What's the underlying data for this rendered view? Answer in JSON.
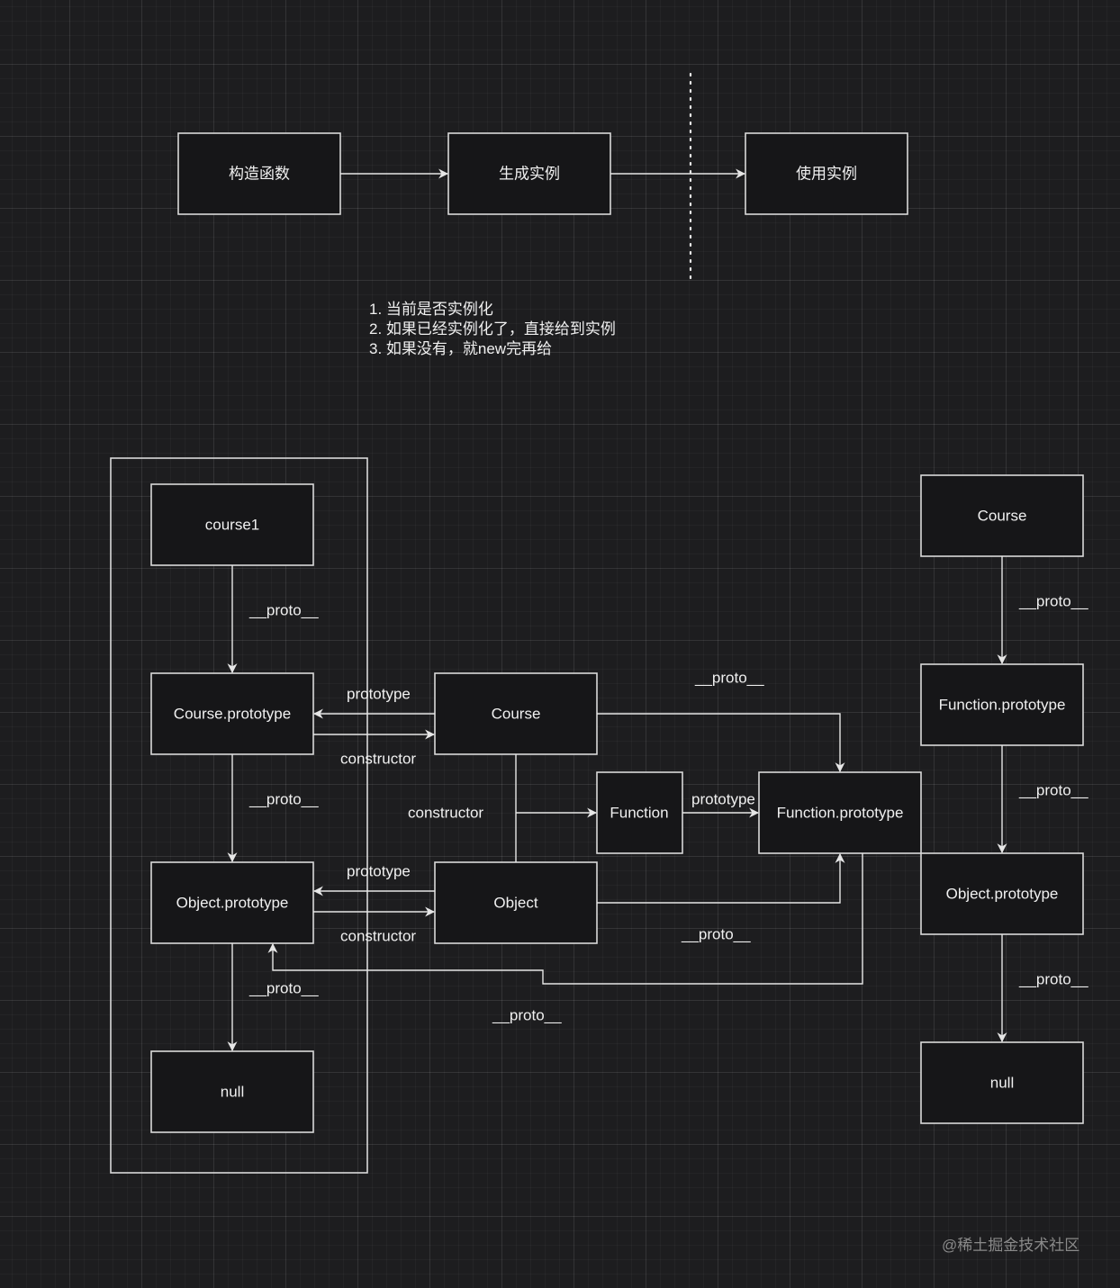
{
  "flow": {
    "step1": "构造函数",
    "step2": "生成实例",
    "step3": "使用实例"
  },
  "notes": [
    "1. 当前是否实例化",
    "2. 如果已经实例化了，直接给到实例",
    "3. 如果没有，就new完再给"
  ],
  "left_chain": {
    "course1": "course1",
    "course_prototype": "Course.prototype",
    "object_prototype": "Object.prototype",
    "null": "null"
  },
  "middle": {
    "course": "Course",
    "object": "Object",
    "function": "Function",
    "function_prototype": "Function.prototype"
  },
  "right_chain": {
    "course": "Course",
    "function_prototype": "Function.prototype",
    "object_prototype": "Object.prototype",
    "null": "null"
  },
  "labels": {
    "proto": "__proto__",
    "prototype": "prototype",
    "constructor": "constructor"
  },
  "watermark": "@稀土掘金技术社区"
}
